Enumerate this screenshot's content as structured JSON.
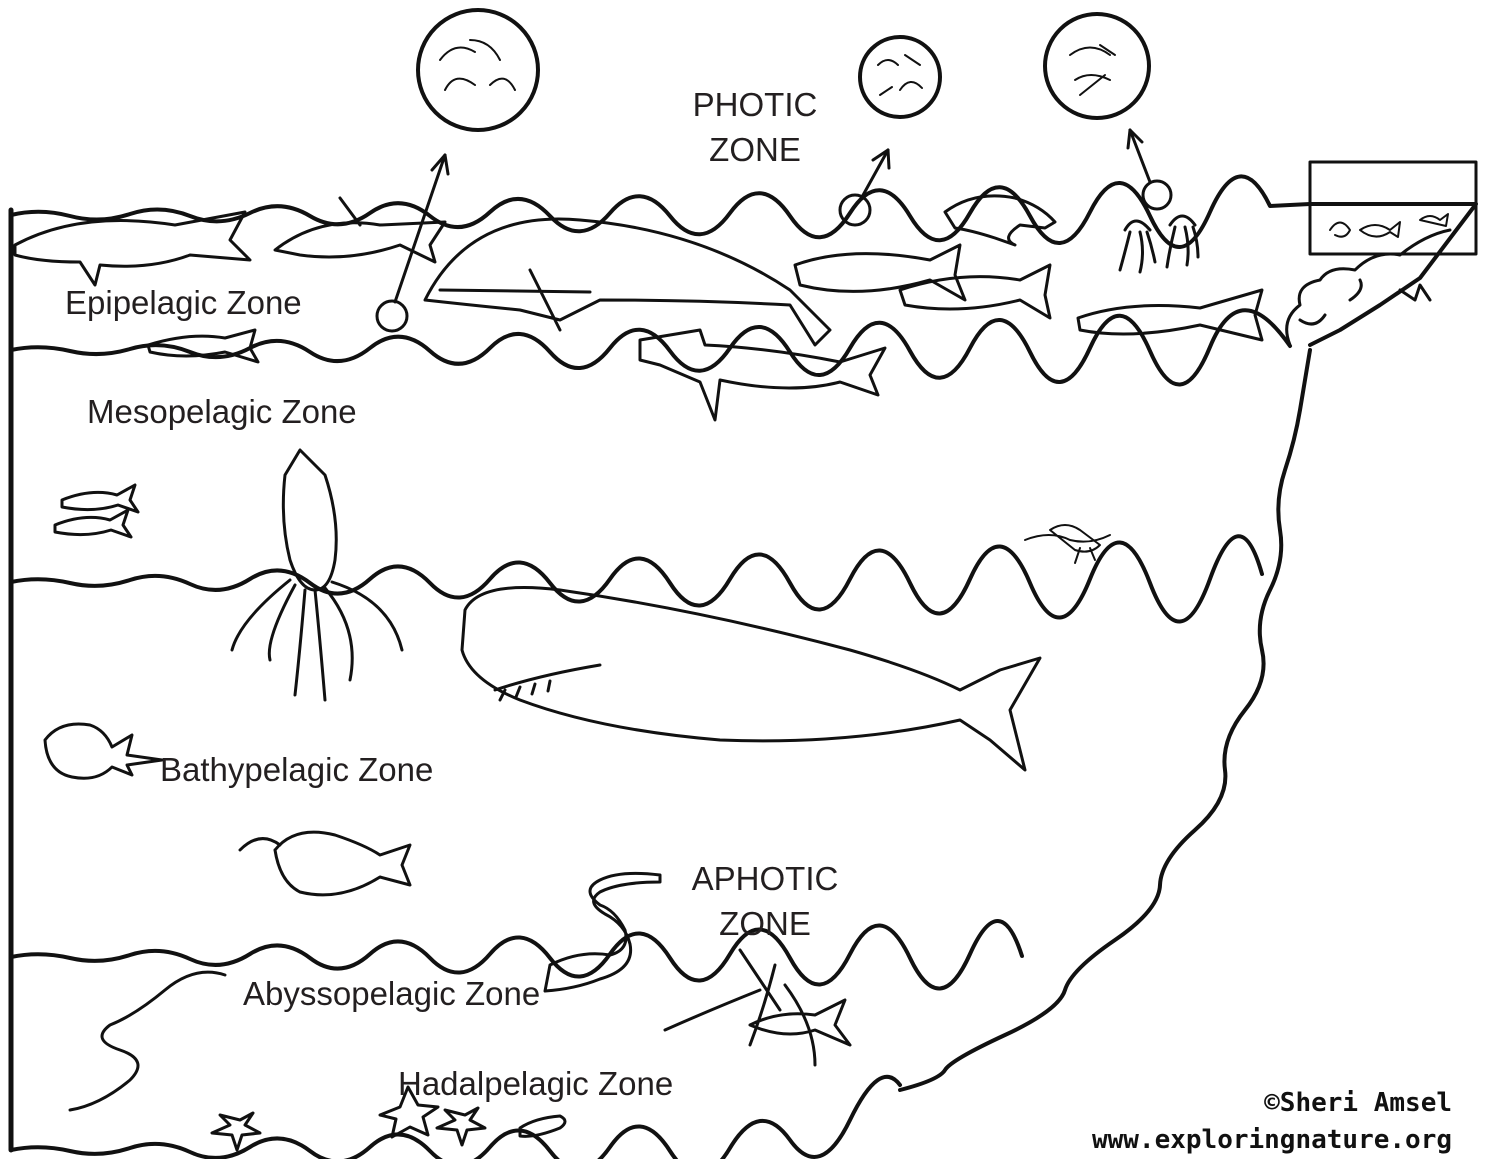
{
  "zones": {
    "photic": [
      "PHOTIC",
      "ZONE"
    ],
    "aphotic": [
      "APHOTIC",
      "ZONE"
    ],
    "epipelagic": "Epipelagic Zone",
    "mesopelagic": "Mesopelagic Zone",
    "bathypelagic": "Bathypelagic Zone",
    "abyssopelagic": "Abyssopelagic Zone",
    "hadalpelagic": "Hadalpelagic Zone"
  },
  "credit": {
    "author": "©Sheri Amsel",
    "website": "www.exploringnature.org"
  },
  "colors": {
    "ink": "#111111",
    "background": "#ffffff"
  },
  "icons": [
    "shark-icon",
    "dolphin-icon",
    "humpback-whale-icon",
    "tuna-icon",
    "sea-turtle-icon",
    "jellyfish-icon",
    "hammerhead-shark-icon",
    "squid-icon",
    "sperm-whale-icon",
    "lanternfish-icon",
    "shrimp-icon",
    "anglerfish-icon",
    "hatchetfish-icon",
    "gulper-eel-icon",
    "tripod-fish-icon",
    "starfish-icon",
    "plankton-magnifier-icon",
    "coral-reef-icon"
  ]
}
